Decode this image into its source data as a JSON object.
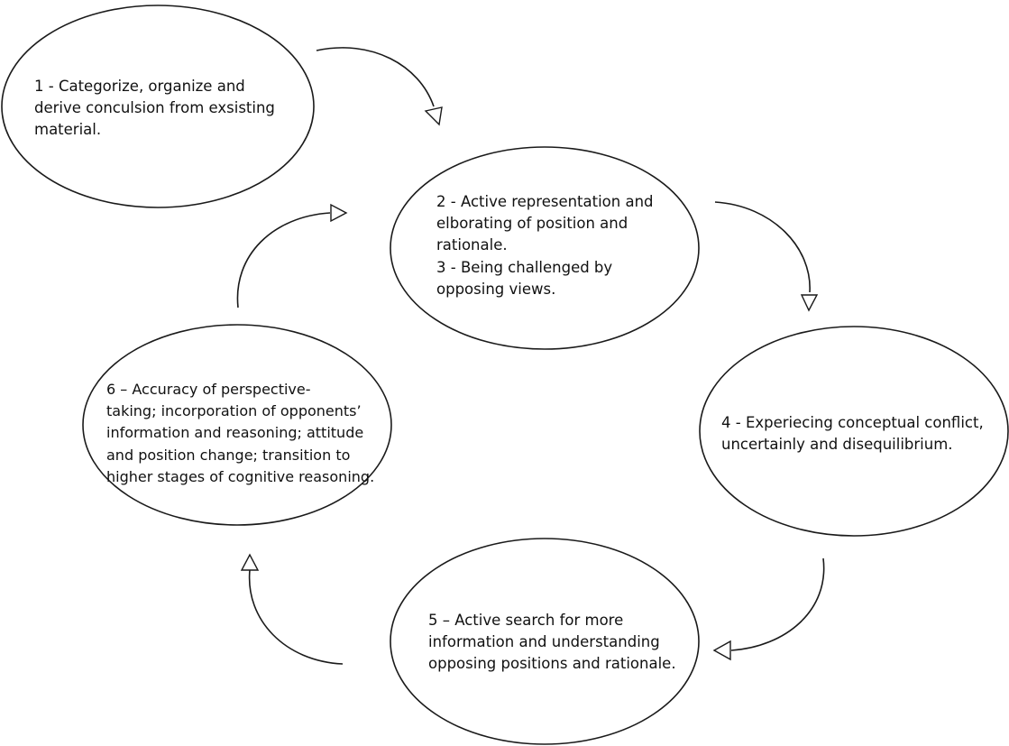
{
  "nodes": [
    {
      "id": "node-1",
      "lines": [
        "1 - Categorize, organize and",
        "derive conculsion from exsisting",
        "material."
      ]
    },
    {
      "id": "node-2",
      "lines": [
        "2 - Active representation and",
        "elborating of position and",
        "rationale.",
        "3 - Being challenged by",
        "opposing views."
      ]
    },
    {
      "id": "node-4",
      "lines": [
        "4 - Experiecing conceptual conflict,",
        "uncertainly and disequilibrium."
      ]
    },
    {
      "id": "node-5",
      "lines": [
        "5 – Active search for more",
        "information and understanding",
        "opposing positions and rationale."
      ]
    },
    {
      "id": "node-6",
      "lines": [
        "6 – Accuracy of perspective-",
        "taking; incorporation of opponents’",
        "information and reasoning; attitude",
        "and position change; transition to",
        "higher stages of cognitive reasoning."
      ]
    }
  ],
  "arrows": [
    {
      "from": "1",
      "to": "2"
    },
    {
      "from": "2",
      "to": "4"
    },
    {
      "from": "4",
      "to": "5"
    },
    {
      "from": "5",
      "to": "6"
    },
    {
      "from": "6",
      "to": "2"
    }
  ]
}
